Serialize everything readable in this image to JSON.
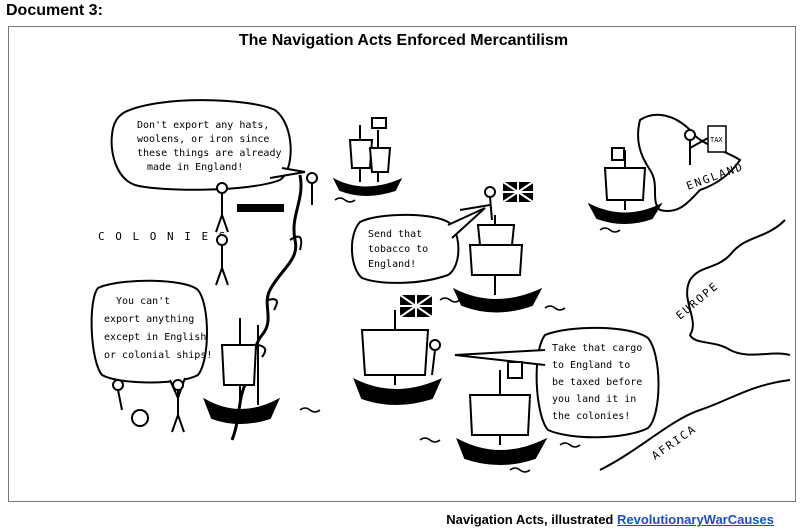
{
  "document_label": "Document 3:",
  "cartoon": {
    "title": "The Navigation Acts Enforced Mercantilism",
    "bubbles": {
      "top_left": [
        "Don't export any hats,",
        "woolens, or iron since",
        "these things are already",
        "made in England!"
      ],
      "middle": [
        "Send that",
        "tobacco to",
        "England!"
      ],
      "left": [
        "You can't",
        "export anything",
        "except in English",
        "or colonial ships!"
      ],
      "bottom_right": [
        "Take that cargo",
        "to England to",
        "be taxed before",
        "you land it in",
        "the colonies!"
      ]
    },
    "map_labels": {
      "colonies": "C O L O N I E S",
      "england": "ENGLAND",
      "europe": "EUROPE",
      "africa": "AFRICA",
      "tax_sign": "TAX"
    }
  },
  "caption": {
    "text": "Navigation Acts, illustrated ",
    "link": "RevolutionaryWarCauses"
  }
}
